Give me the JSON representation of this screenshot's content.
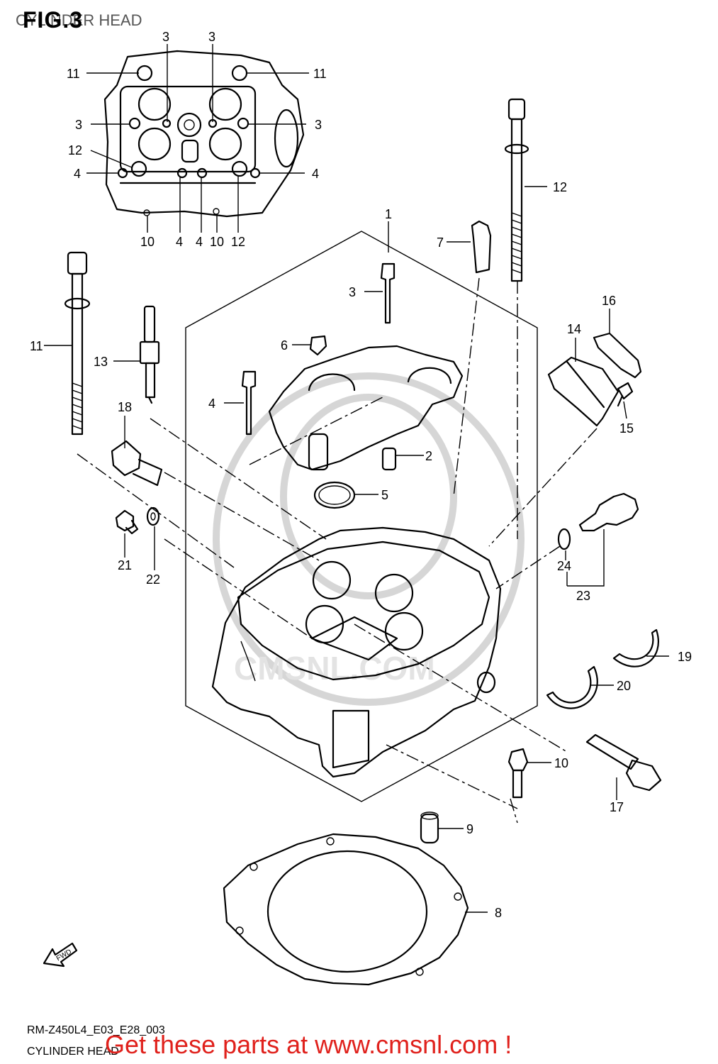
{
  "figure": {
    "title": "FIG.3",
    "subtitle": "CYLINDER HEAD"
  },
  "footer": {
    "model_code": "RM-Z450L4_E03_E28_003",
    "title": "CYLINDER HEAD",
    "promo_text": "Get these parts at www.cmsnl.com !"
  },
  "fwd_label": "FWD",
  "watermark_text": "CMSNL.COM",
  "callouts": {
    "c1": "1",
    "c2": "2",
    "c3": "3",
    "c4": "4",
    "c5": "5",
    "c6": "6",
    "c7": "7",
    "c8": "8",
    "c9": "9",
    "c10": "10",
    "c11": "11",
    "c12": "12",
    "c13": "13",
    "c14": "14",
    "c15": "15",
    "c16": "16",
    "c17": "17",
    "c18": "18",
    "c19": "19",
    "c20": "20",
    "c21": "21",
    "c22": "22",
    "c23": "23",
    "c24": "24"
  },
  "colors": {
    "line": "#000000",
    "promo": "#e0211c",
    "watermark": "#d6d6d6"
  }
}
